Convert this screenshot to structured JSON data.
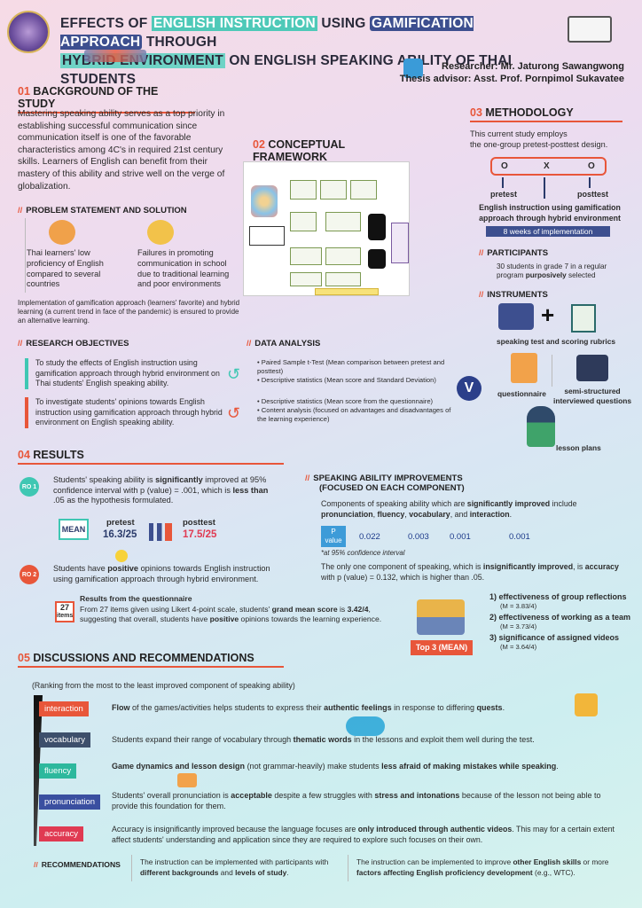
{
  "header": {
    "title_p1": "EFFECTS OF ",
    "title_hl1": "ENGLISH INSTRUCTION",
    "title_p2": " USING ",
    "title_hl2": "GAMIFICATION APPROACH",
    "title_p3": " THROUGH",
    "title_hl3": "HYBRID ENVIRONMENT",
    "title_p4": " ON ENGLISH SPEAKING ABILITY OF THAI STUDENTS",
    "researcher": "Researcher: Mr. Jaturong Sawangwong",
    "advisor": "Thesis advisor: Asst. Prof. Pornpimol Sukavatee"
  },
  "background": {
    "num": "01",
    "title": "BACKGROUND OF THE STUDY",
    "text": "Mastering speaking ability serves as a top priority in establishing successful communication since communication itself is one of the favorable characteristics among 4C's in required 21st century skills. Learners of English can benefit from their mastery of this ability and strive well on the verge of globalization."
  },
  "problem": {
    "title": "PROBLEM STATEMENT AND SOLUTION",
    "p1": "Thai learners' low proficiency of English compared to several countries",
    "p2": "Failures in promoting communication in school due to traditional learning and poor environments",
    "solution": "Implementation of gamification approach (learners' favorite) and hybrid learning (a current trend in face of the pandemic) is ensured to provide an alternative learning."
  },
  "objectives": {
    "title": "RESEARCH OBJECTIVES",
    "o1": "To study the effects of English instruction using gamification approach through hybrid environment on Thai students' English speaking ability.",
    "o2": "To investigate students' opinions towards English instruction using gamification approach through hybrid environment on English speaking ability."
  },
  "conceptual": {
    "num": "02",
    "title": "CONCEPTUAL FRAMEWORK"
  },
  "data_analysis": {
    "title": "DATA ANALYSIS",
    "a1": "Paired Sample t-Test (Mean comparison between pretest and posttest)",
    "a2": "Descriptive statistics (Mean score and Standard Deviation)",
    "b1": "Descriptive statistics (Mean score from the questionnaire)",
    "b2": "Content analysis (focused on advantages and disadvantages of the learning experience)"
  },
  "methodology": {
    "num": "03",
    "title": "METHODOLOGY",
    "text1": "This current study employs",
    "text2": "the one-group pretest-posttest design.",
    "o1": "O",
    "x": "X",
    "o2": "O",
    "pretest": "pretest",
    "posttest": "posttest",
    "desc": "English instruction using gamification approach through hybrid environment",
    "weeks": "8 weeks of implementation",
    "participants_title": "PARTICIPANTS",
    "participants_p1": "30 students in grade 7 in a regular program ",
    "participants_b": "purposively",
    "participants_p2": " selected",
    "instruments_title": "INSTRUMENTS",
    "i1": "speaking test and scoring rubrics",
    "i2": "questionnaire",
    "i3": "semi-structured interviewed questions",
    "i4": "lesson plans"
  },
  "results": {
    "num": "04",
    "title": "RESULTS",
    "ro1": "RO 1",
    "ro1_a": "Students' speaking ability is ",
    "ro1_b": "significantly",
    "ro1_c": " improved at 95% confidence interval with p (value) = .001, which is ",
    "ro1_d": "less than",
    "ro1_e": " .05 as the hypothesis formulated.",
    "mean": "MEAN",
    "pretest": "pretest",
    "pre_val": "16.3/25",
    "posttest": "posttest",
    "post_val": "17.5/25",
    "ro2": "RO 2",
    "ro2_a": "Students have ",
    "ro2_b": "positive",
    "ro2_c": " opinions towards English instruction using gamification approach through hybrid environment.",
    "q_num": "27",
    "q_items": "items",
    "q_title": "Results from the questionnaire",
    "q_a": "From 27 items given using Likert 4-point scale, students' ",
    "q_b": "grand mean score",
    "q_c": " is ",
    "q_d": "3.42/4",
    "q_e": ", suggesting that overall, students have ",
    "q_f": "positive",
    "q_g": " opinions towards the learning experience."
  },
  "speaking": {
    "title1": "SPEAKING ABILITY IMPROVEMENTS",
    "title2": "(FOCUSED ON EACH COMPONENT)",
    "t_a": "Components of speaking ability which are ",
    "t_b": "significantly improved",
    "t_c": " include ",
    "t_d": "pronunciation",
    "t_e": ", ",
    "t_f": "fluency",
    "t_g": ", ",
    "t_h": "vocabulary",
    "t_i": ", and ",
    "t_j": "interaction",
    "t_k": ".",
    "p_label1": "P",
    "p_label2": "value",
    "v1": "0.022",
    "v2": "0.003",
    "v3": "0.001",
    "v4": "0.001",
    "note": "*at 95% confidence interval",
    "s_a": "The only one component of speaking, which is ",
    "s_b": "insignificantly improved",
    "s_c": ", is ",
    "s_d": "accuracy",
    "s_e": " with p (value) = 0.132, which is higher than .05."
  },
  "top3": {
    "label": "Top 3 (MEAN)",
    "items": [
      {
        "t": "1) effectiveness of group reflections",
        "m": "(M = 3.83/4)"
      },
      {
        "t": "2) effectiveness of working as a team",
        "m": "(M = 3.73/4)"
      },
      {
        "t": "3) significance of assigned videos",
        "m": "(M = 3.64/4)"
      }
    ]
  },
  "discussion": {
    "num": "05",
    "title": "DISCUSSIONS AND RECOMMENDATIONS",
    "ranking": "(Ranking from the most to the least improved component of speaking ability)",
    "c1_tag": "interaction",
    "c1_a": "Flow",
    "c1_b": " of the games/activities helps students to express their ",
    "c1_c": "authentic feelings",
    "c1_d": " in response to differing ",
    "c1_e": "quests",
    "c1_f": ".",
    "c2_tag": "vocabulary",
    "c2_a": "Students expand their range of vocabulary through ",
    "c2_b": "thematic words",
    "c2_c": " in the lessons and exploit them well during the test.",
    "c3_tag": "fluency",
    "c3_a": "Game dynamics and lesson design",
    "c3_b": " (not grammar-heavily) make students ",
    "c3_c": "less afraid of making mistakes while speaking",
    "c3_d": ".",
    "c4_tag": "pronunciation",
    "c4_a": "Students' overall pronunciation is ",
    "c4_b": "acceptable",
    "c4_c": " despite a few struggles with ",
    "c4_d": "stress and intonations",
    "c4_e": " because of the lesson not being able to provide this foundation for them.",
    "c5_tag": "accuracy",
    "c5_a": "Accuracy is insignificantly improved because the language focuses are ",
    "c5_b": "only introduced through authentic videos",
    "c5_c": ". This may for a certain extent affect students' understanding and application since they are required to explore such focuses on their own.",
    "rec_title": "RECOMMENDATIONS",
    "r1_a": "The instruction can be implemented with participants with ",
    "r1_b": "different backgrounds",
    "r1_c": " and ",
    "r1_d": "levels of study",
    "r1_e": ".",
    "r2_a": "The instruction can be implemented to improve ",
    "r2_b": "other English skills",
    "r2_c": " or more ",
    "r2_d": "factors affecting English proficiency development",
    "r2_e": " (e.g., WTC)."
  },
  "colors": {
    "accent": "#e8563a",
    "teal": "#3fc7b3",
    "navy": "#3d4f8f",
    "interaction": "#e8563a",
    "vocabulary": "#3d4f6b",
    "fluency": "#2db89d",
    "pronunciation": "#3a4fa0",
    "accuracy": "#e03a52"
  },
  "icons": [
    "university-logo-icon",
    "laptop-icon",
    "classroom-icon",
    "puzzle-icon",
    "scroll-icon",
    "trophy-icon",
    "brain-icon",
    "chart-icon"
  ]
}
